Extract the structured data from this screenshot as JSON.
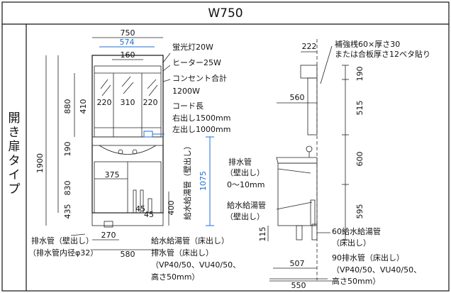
{
  "title": "W750",
  "side_label": "開き扉タイプ",
  "front": {
    "width_total": "750",
    "width_light": "574",
    "width_center": "160",
    "mirror_widths": [
      "220",
      "310",
      "220"
    ],
    "heights_left": [
      "1900",
      "880",
      "410",
      "190",
      "830",
      "435"
    ],
    "dim_375": "375",
    "dim_270": "270",
    "dim_580": "580",
    "dim_45a": "45",
    "dim_45b": "45",
    "dim_400": "400",
    "blue_1075": "1075",
    "water_vertical": "給水給湯管（壁出し）",
    "callouts": [
      "蛍光灯20W",
      "ヒーター25W",
      "コンセント合計",
      "1200W",
      "コード長",
      "右出し1500mm",
      "左出し1000mm"
    ],
    "drain_wall": [
      "排水管（壁出し）",
      "（排水管内径φ32）"
    ],
    "supply_floor": [
      "給水給湯管（床出し）",
      "排水管（床出し）",
      "（VP40/50、VU40/50、",
      "高さ50mm）"
    ]
  },
  "side": {
    "dim_222": "222",
    "dim_560": "560",
    "right_dims": [
      "190",
      "515",
      "600",
      "595"
    ],
    "dim_115": "115",
    "dim_507": "507",
    "dim_550": "550",
    "reinforce": [
      "補強桟60×厚さ30",
      "または合板厚さ12ベタ貼り"
    ],
    "drain_wall": [
      "排水管",
      "（壁出し）",
      "0〜10mm"
    ],
    "supply_wall": [
      "給水給湯管",
      "（壁出し）"
    ],
    "supply_floor": [
      "60給水給湯管",
      "（床出し）"
    ],
    "drain_floor": [
      "90排水管（床出し）",
      "（VP40/50、VU40/50、",
      "高さ50mm）"
    ]
  }
}
